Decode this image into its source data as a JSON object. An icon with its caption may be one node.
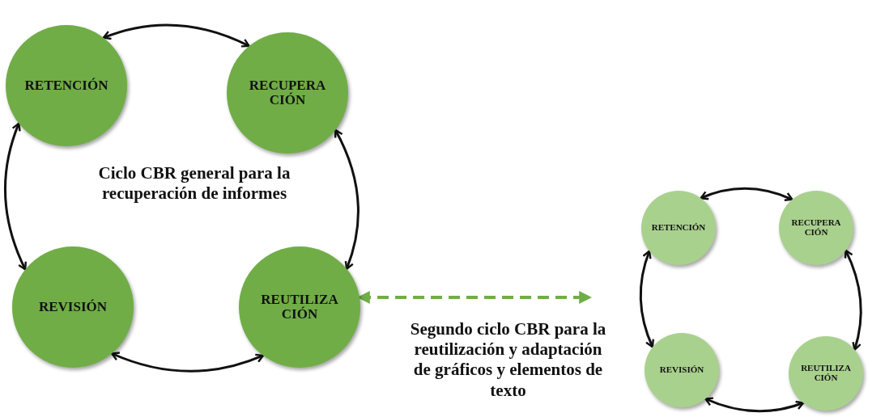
{
  "diagram": {
    "nodes": [
      {
        "text": [
          "RETENCIÓN"
        ]
      },
      {
        "text": [
          "RECUPERA CIÓN"
        ]
      },
      {
        "text": [
          "REVISIÓN"
        ]
      },
      {
        "text": [
          "REUTILIZA CIÓN"
        ]
      },
      {
        "text": [
          "RETENCIÓN"
        ]
      },
      {
        "text": [
          "RECUPERA CIÓN"
        ]
      },
      {
        "text": [
          "REVISIÓN"
        ]
      },
      {
        "text": [
          "REUTILIZA CIÓN"
        ]
      }
    ],
    "edges": [
      {
        "from": 0,
        "to": 1,
        "arrow": "both"
      },
      {
        "from": 1,
        "to": 3,
        "arrow": "both"
      },
      {
        "from": 3,
        "to": 2,
        "arrow": "both"
      },
      {
        "from": 2,
        "to": 0,
        "arrow": "both"
      },
      {
        "from": 4,
        "to": 5,
        "arrow": "both"
      },
      {
        "from": 5,
        "to": 7,
        "arrow": "both"
      },
      {
        "from": 7,
        "to": 6,
        "arrow": "both"
      },
      {
        "from": 6,
        "to": 4,
        "arrow": "both"
      },
      {
        "from": 3,
        "to": null,
        "arrow": "both",
        "style": "dashed",
        "color": "#70ad47"
      }
    ],
    "labels": [
      "Ciclo CBR general para la recuperación de informes",
      "Segundo ciclo CBR para la reutilización y adaptación de gráficos y elementos de texto"
    ]
  }
}
